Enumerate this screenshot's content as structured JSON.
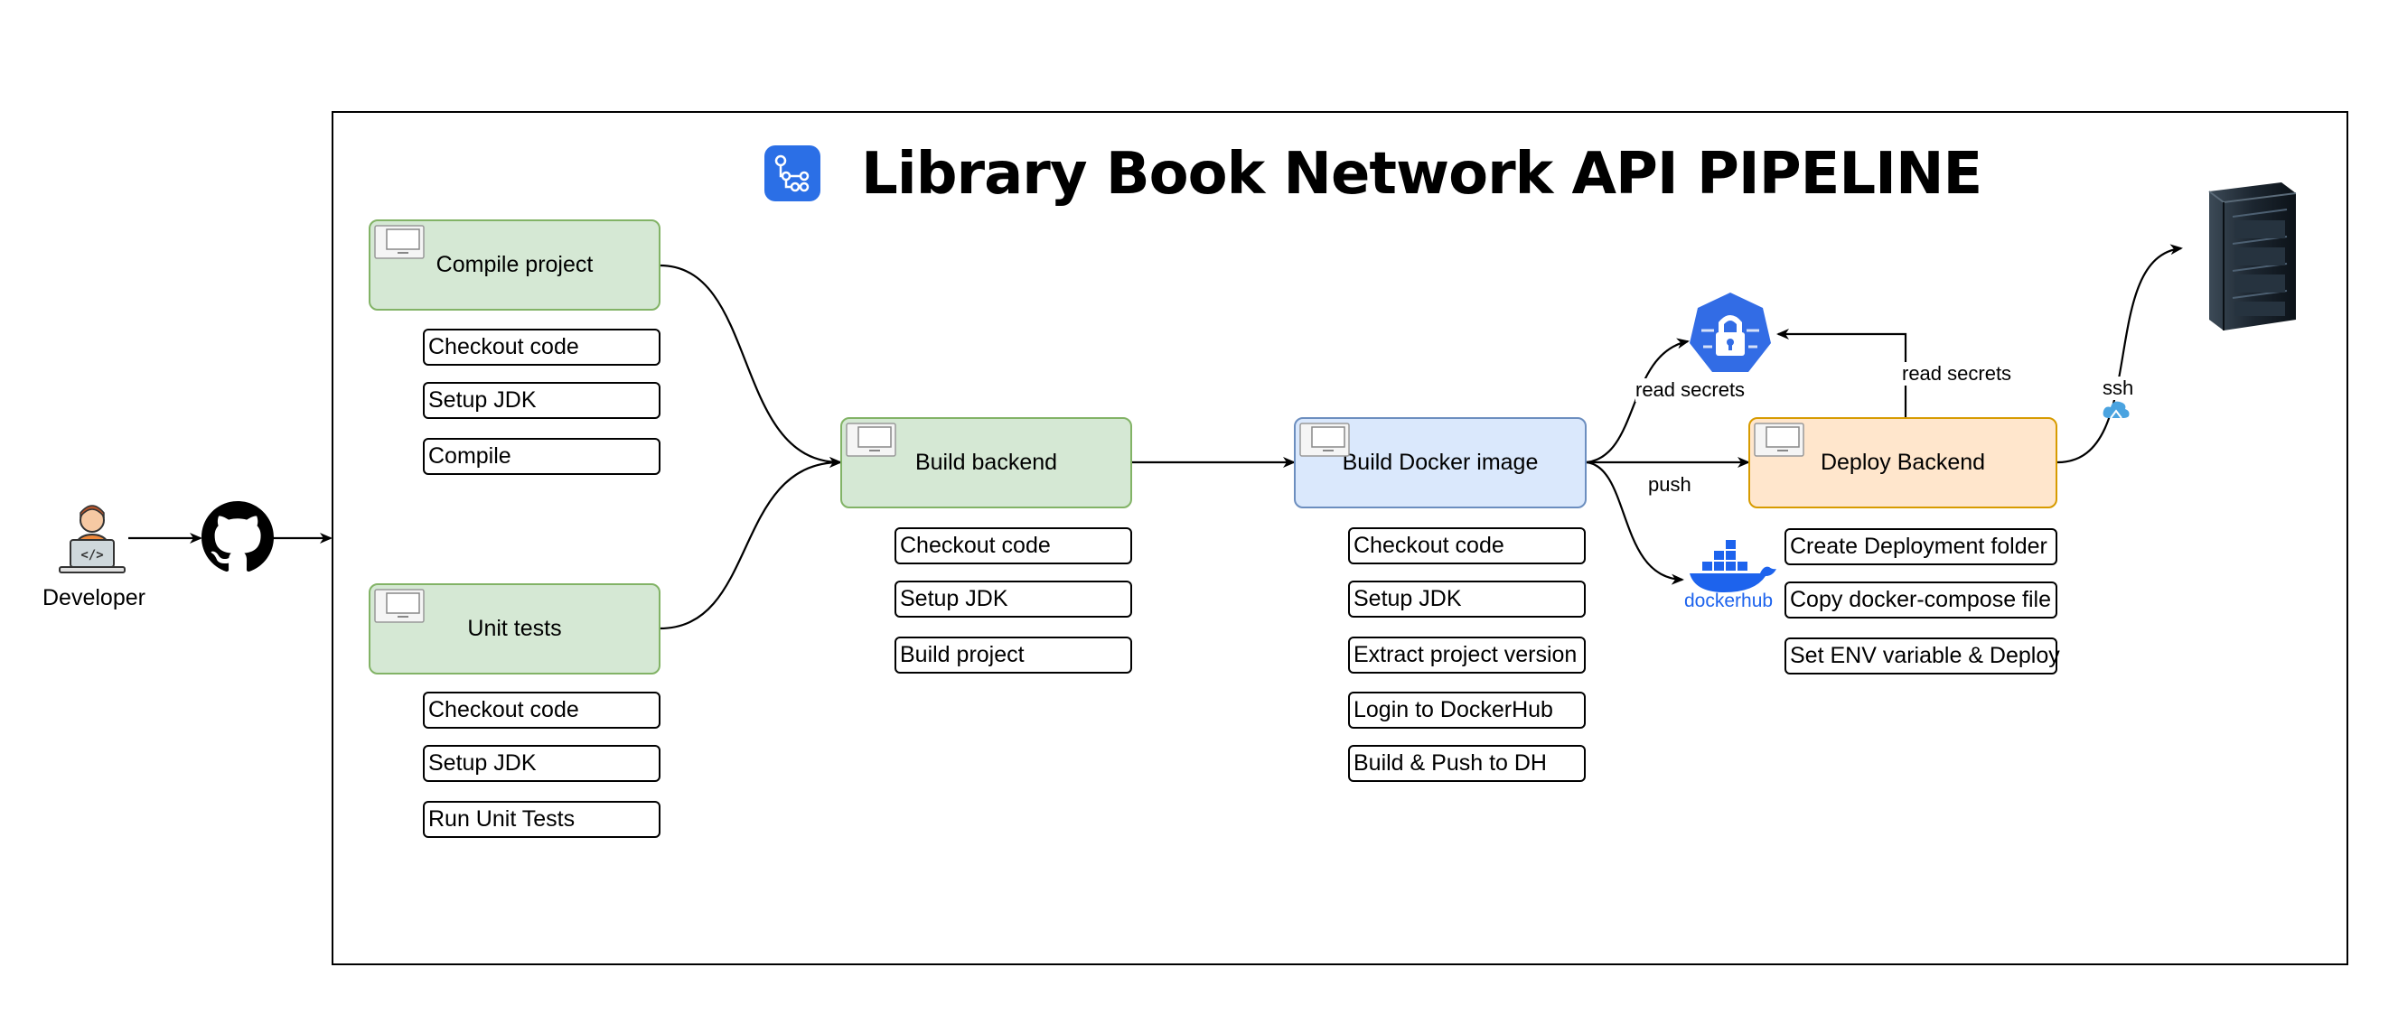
{
  "title": "Library Book Network API PIPELINE",
  "developer_label": "Developer",
  "jobs": {
    "compile": {
      "label": "Compile project",
      "steps": [
        "Checkout code",
        "Setup JDK",
        "Compile"
      ]
    },
    "unit_tests": {
      "label": "Unit tests",
      "steps": [
        "Checkout code",
        "Setup JDK",
        "Run Unit Tests"
      ]
    },
    "build_backend": {
      "label": "Build backend",
      "steps": [
        "Checkout code",
        "Setup JDK",
        "Build project"
      ]
    },
    "build_docker": {
      "label": "Build Docker image",
      "steps": [
        "Checkout code",
        "Setup JDK",
        "Extract project version",
        "Login to DockerHub",
        "Build & Push to DH"
      ]
    },
    "deploy_backend": {
      "label": "Deploy Backend",
      "steps": [
        "Create Deployment folder",
        "Copy docker-compose file",
        "Set ENV variable & Deploy"
      ]
    }
  },
  "edge_labels": {
    "read_secrets_1": "read secrets",
    "read_secrets_2": "read secrets",
    "push": "push",
    "ssh": "ssh"
  },
  "dockerhub_text": "dockerhub",
  "colors": {
    "green_fill": "#d5e8d4",
    "green_stroke": "#82b366",
    "blue_fill": "#dae8fc",
    "blue_stroke": "#6c8ebf",
    "orange_fill": "#ffe6cc",
    "orange_stroke": "#d79b00",
    "docker_blue": "#1d63ed",
    "secrets_blue": "#326ce5"
  },
  "icons": [
    "developer-icon",
    "github-icon",
    "github-actions-icon",
    "secrets-lock-icon",
    "docker-hub-icon",
    "server-icon",
    "ssh-cloud-icon",
    "runner-monitor-icon"
  ]
}
